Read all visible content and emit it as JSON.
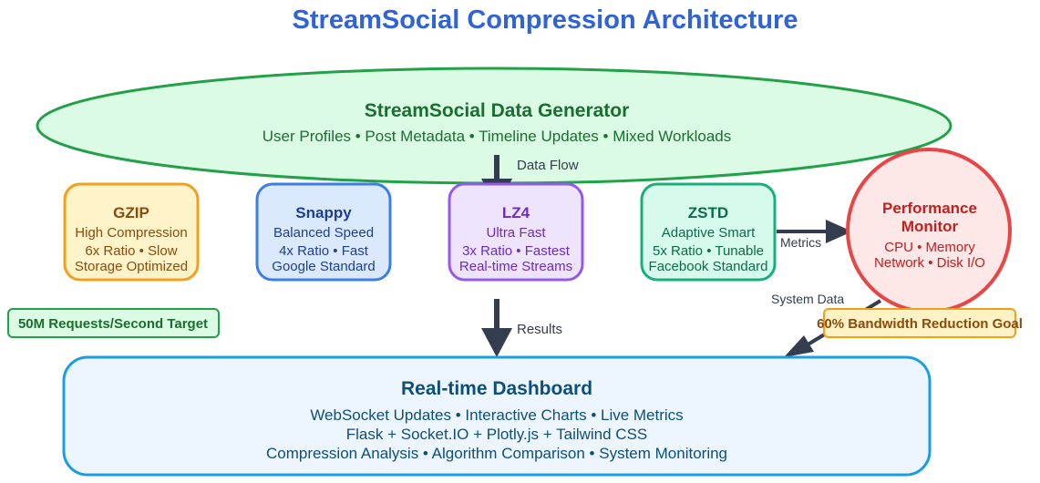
{
  "title": "StreamSocial Compression Architecture",
  "generator": {
    "title": "StreamSocial Data Generator",
    "subtitle": "User Profiles • Post Metadata • Timeline Updates • Mixed Workloads"
  },
  "algorithms": [
    {
      "name": "GZIP",
      "line1": "High Compression",
      "line2": "6x Ratio • Slow",
      "line3": "Storage Optimized"
    },
    {
      "name": "Snappy",
      "line1": "Balanced Speed",
      "line2": "4x Ratio • Fast",
      "line3": "Google Standard"
    },
    {
      "name": "LZ4",
      "line1": "Ultra Fast",
      "line2": "3x Ratio • Fastest",
      "line3": "Real-time Streams"
    },
    {
      "name": "ZSTD",
      "line1": "Adaptive Smart",
      "line2": "5x Ratio • Tunable",
      "line3": "Facebook Standard"
    }
  ],
  "monitor": {
    "title_line1": "Performance",
    "title_line2": "Monitor",
    "line1": "CPU • Memory",
    "line2": "Network • Disk I/O"
  },
  "dashboard": {
    "title": "Real-time Dashboard",
    "line1": "WebSocket Updates • Interactive Charts • Live Metrics",
    "line2": "Flask + Socket.IO + Plotly.js + Tailwind CSS",
    "line3": "Compression Analysis • Algorithm Comparison • System Monitoring"
  },
  "badges": {
    "target": "50M Requests/Second Target",
    "goal": "60% Bandwidth Reduction Goal"
  },
  "edge_labels": {
    "data_flow": "Data Flow",
    "results": "Results",
    "metrics": "Metrics",
    "system_data": "System Data"
  },
  "colors": {
    "title": "#2f63d6",
    "arrow": "#333d4d",
    "generator_fill": "#dcfbe4",
    "generator_stroke": "#22a04a",
    "generator_text": "#1a6e31",
    "gzip_fill": "#fff3c9",
    "gzip_stroke": "#f2a019",
    "gzip_text": "#8a4b0e",
    "snappy_fill": "#dbe9fe",
    "snappy_stroke": "#3b7ee8",
    "snappy_text": "#1d3f91",
    "lz4_fill": "#efe4fe",
    "lz4_stroke": "#9457ef",
    "lz4_text": "#6b2bc7",
    "zstd_fill": "#d6faec",
    "zstd_stroke": "#17b07a",
    "zstd_text": "#0e6a4c",
    "monitor_fill": "#fde7e7",
    "monitor_stroke": "#e84646",
    "monitor_text": "#c21f1f",
    "dashboard_fill": "#edf6fe",
    "dashboard_stroke": "#1a9ee3",
    "dashboard_text": "#0e4e7a",
    "target_fill": "#dcfbe4",
    "target_stroke": "#22a04a",
    "target_text": "#1a6e31",
    "goal_fill": "#fff2c4",
    "goal_stroke": "#f2a019",
    "goal_text": "#8a4b0e"
  }
}
